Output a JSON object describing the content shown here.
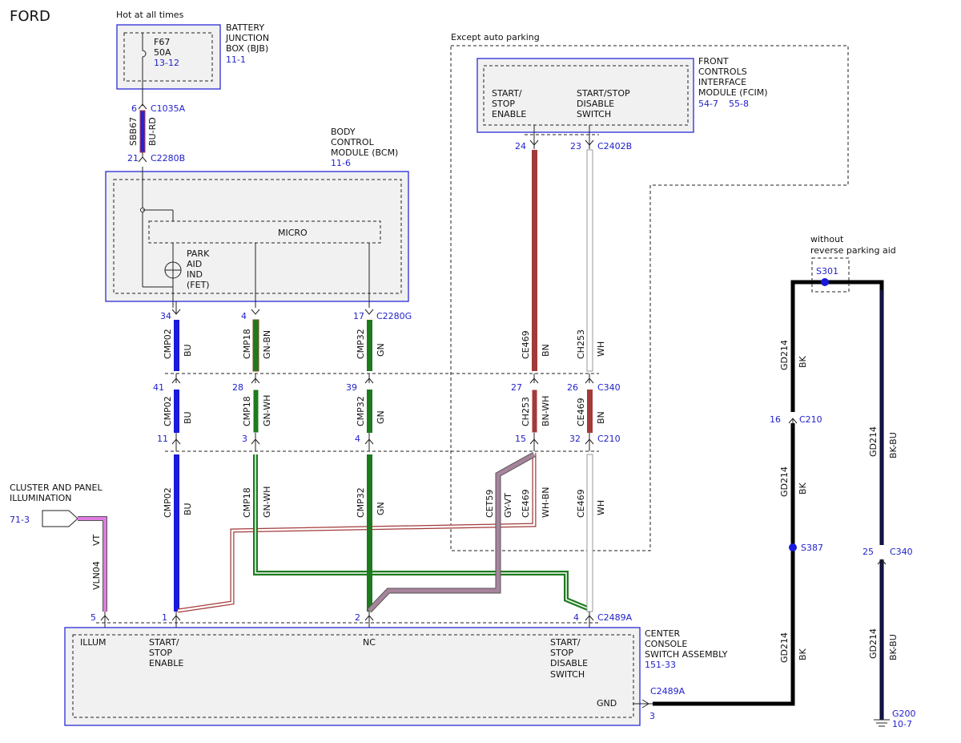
{
  "brand": "FORD",
  "hot_note": "Hot at all times",
  "bjb": {
    "fuse_id": "F67",
    "fuse_rating": "50A",
    "fuse_ref": "13-12",
    "name_lines": [
      "BATTERY",
      "JUNCTION",
      "BOX (BJB)"
    ],
    "ref": "11-1"
  },
  "bcm": {
    "name_lines": [
      "BODY",
      "CONTROL",
      "MODULE (BCM)"
    ],
    "ref": "11-6",
    "micro": "MICRO",
    "park_lines": [
      "PARK",
      "AID",
      "IND",
      "(FET)"
    ]
  },
  "fcim": {
    "note": "Except auto parking",
    "name_lines": [
      "FRONT",
      "CONTROLS",
      "INTERFACE",
      "MODULE (FCIM)"
    ],
    "ref1": "54-7",
    "ref2": "55-8",
    "start_lines": [
      "START/",
      "STOP",
      "ENABLE"
    ],
    "disable_lines": [
      "START/STOP",
      "DISABLE",
      "SWITCH"
    ]
  },
  "s301_note": [
    "without",
    "reverse parking aid"
  ],
  "cluster": {
    "lines": [
      "CLUSTER AND PANEL",
      "ILLUMINATION"
    ],
    "ref": "71-3"
  },
  "console": {
    "name_lines": [
      "CENTER",
      "CONSOLE",
      "SWITCH ASSEMBLY"
    ],
    "ref": "151-33",
    "illum": "ILLUM",
    "start_lines": [
      "START/",
      "STOP",
      "ENABLE"
    ],
    "nc": "NC",
    "disable_lines": [
      "START/",
      "STOP",
      "DISABLE",
      "SWITCH"
    ],
    "gnd": "GND"
  },
  "connectors": {
    "c1035a": "C1035A",
    "c2280b": "C2280B",
    "c2280g": "C2280G",
    "c2402b": "C2402B",
    "c340": "C340",
    "c210": "C210",
    "c2489a": "C2489A",
    "s301": "S301",
    "s387": "S387",
    "g200": "G200",
    "g200_ref": "10-7"
  },
  "pins": {
    "p6": "6",
    "p21": "21",
    "p34": "34",
    "p4a": "4",
    "p17": "17",
    "p41": "41",
    "p28": "28",
    "p39": "39",
    "p27": "27",
    "p26": "26",
    "p11": "11",
    "p3": "3",
    "p4b": "4",
    "p15": "15",
    "p32": "32",
    "p24": "24",
    "p23": "23",
    "p5": "5",
    "p1": "1",
    "p2": "2",
    "p4c": "4",
    "p16": "16",
    "p25": "25",
    "p3gnd": "3"
  },
  "wires": {
    "sbb67": "SBB67",
    "bu_rd": "BU-RD",
    "cmp02": "CMP02",
    "bu": "BU",
    "cmp18": "CMP18",
    "gn_bn": "GN-BN",
    "gn_wh": "GN-WH",
    "cmp32": "CMP32",
    "gn": "GN",
    "ce469": "CE469",
    "bn": "BN",
    "ch253": "CH253",
    "wh": "WH",
    "bn_wh": "BN-WH",
    "cet59": "CET59",
    "gy_vt": "GY-VT",
    "wh_bn": "WH-BN",
    "vln04": "VLN04",
    "vt": "VT",
    "gd214": "GD214",
    "bk": "BK",
    "bk_bu": "BK-BU"
  },
  "colors": {
    "blue": "#1a1adb",
    "green": "#1e7a1e",
    "brown": "#a33a3a",
    "violet": "#e07be0",
    "gray_violet": "#a8849c",
    "black": "#000000",
    "navy": "#141460",
    "label_blue": "#2222cc"
  }
}
